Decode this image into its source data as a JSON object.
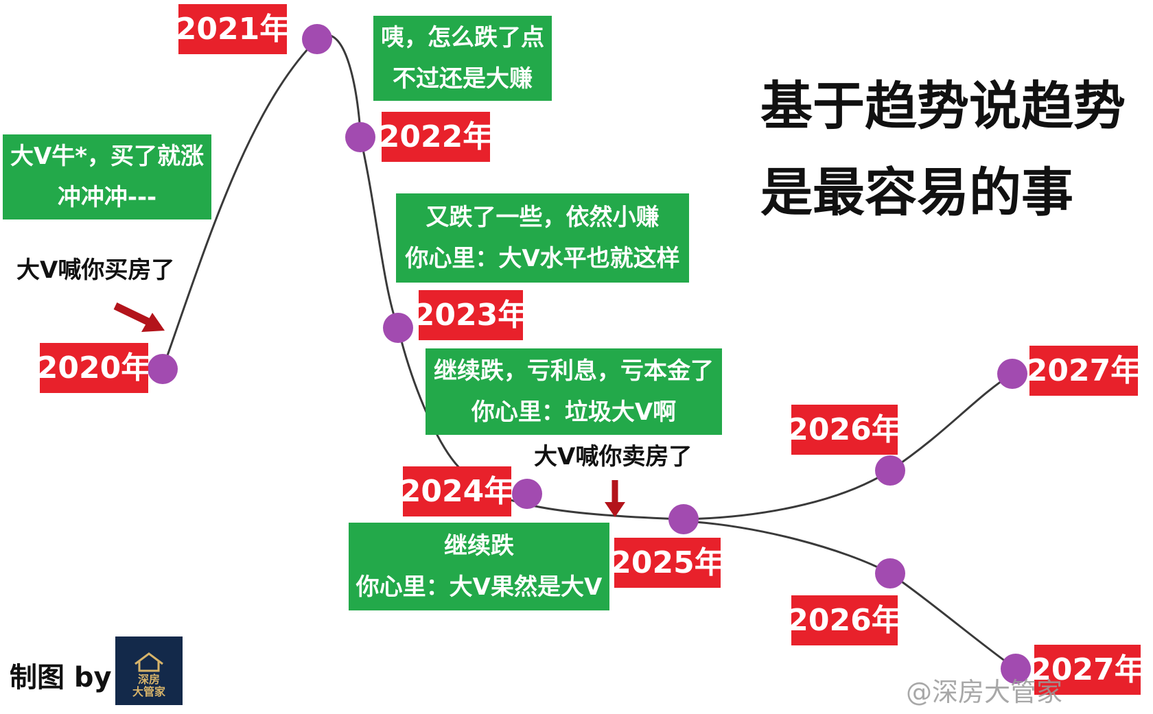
{
  "headline": {
    "line1": "基于趋势说趋势",
    "line2": "是最容易的事"
  },
  "years": {
    "y2020": "2020年",
    "y2021": "2021年",
    "y2022": "2022年",
    "y2023": "2023年",
    "y2024": "2024年",
    "y2025": "2025年",
    "y2026_up": "2026年",
    "y2027_up": "2027年",
    "y2026_down": "2026年",
    "y2027_down": "2027年"
  },
  "notes": {
    "note_2020": {
      "line1": "大V牛*，买了就涨",
      "line2": "冲冲冲---"
    },
    "note_2021": {
      "line1": "咦，怎么跌了点",
      "line2": "不过还是大赚"
    },
    "note_2022": {
      "line1": "又跌了一些，依然小赚",
      "line2": "你心里：大V水平也就这样"
    },
    "note_2023": {
      "line1": "继续跌，亏利息，亏本金了",
      "line2": "你心里：垃圾大V啊"
    },
    "note_2024": {
      "line1": "继续跌",
      "line2": "你心里：大V果然是大V"
    }
  },
  "labels": {
    "buy": "大V喊你买房了",
    "sell": "大V喊你卖房了"
  },
  "credit": {
    "text": "制图 by"
  },
  "logo": {
    "line1": "深房",
    "line2": "大管家"
  },
  "watermark": "@深房大管家",
  "colors": {
    "year_bg": "#e8212b",
    "note_bg": "#23a94a",
    "dot": "#a24bb0",
    "curve": "#3a3a3a",
    "arrow": "#b3141b"
  }
}
